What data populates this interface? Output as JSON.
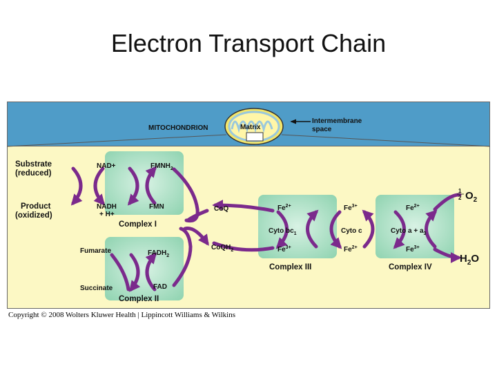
{
  "slide": {
    "title": "Electron Transport Chain"
  },
  "header": {
    "mitochondrion_label": "MITOCHONDRION",
    "matrix_label": "Matrix",
    "intermembrane_label_1": "Intermembrane",
    "intermembrane_label_2": "space"
  },
  "left": {
    "substrate_1": "Substrate",
    "substrate_2": "(reduced)",
    "product_1": "Product",
    "product_2": "(oxidized)"
  },
  "complex1": {
    "nad_plus": "NAD+",
    "fmnh2": "FMNH",
    "fmnh2_sub": "2",
    "nadh": "NADH",
    "h_plus": "+ H+",
    "fmn": "FMN",
    "name": "Complex I"
  },
  "complex2": {
    "fumarate": "Fumarate",
    "fadh2": "FADH",
    "fadh2_sub": "2",
    "succinate": "Succinate",
    "fad": "FAD",
    "name": "Complex II"
  },
  "coq": {
    "coq": "CoQ",
    "coqh2": "CoQH",
    "coqh2_sub": "2"
  },
  "complex3": {
    "fe2_top": "Fe",
    "fe2_top_sup": "2+",
    "cyto_bc1": "Cyto bc",
    "cyto_bc1_sub": "1",
    "fe3_bottom": "Fe",
    "fe3_bottom_sup": "3+",
    "name": "Complex III"
  },
  "cytoc": {
    "fe3_top": "Fe",
    "fe3_top_sup": "3+",
    "label": "Cyto c",
    "fe2_bottom": "Fe",
    "fe2_bottom_sup": "2+"
  },
  "complex4": {
    "fe2_top": "Fe",
    "fe2_top_sup": "2+",
    "cyto_a": "Cyto a + a",
    "cyto_a_sub": "3",
    "fe3_bottom": "Fe",
    "fe3_bottom_sup": "3+",
    "name": "Complex IV",
    "half_num": "1",
    "half_den": "2",
    "o2": "O",
    "o2_sub": "2",
    "h2o_h": "H",
    "h2o_sub": "2",
    "h2o_o": "O"
  },
  "copyright": "Copyright © 2008 Wolters Kluwer Health | Lippincott Williams & Wilkins",
  "colors": {
    "header_blue": "#4f9cc8",
    "panel_yellow": "#fcf8c4",
    "complex_green": "#a6dcc0",
    "arrow_purple": "#7b2a8c"
  }
}
